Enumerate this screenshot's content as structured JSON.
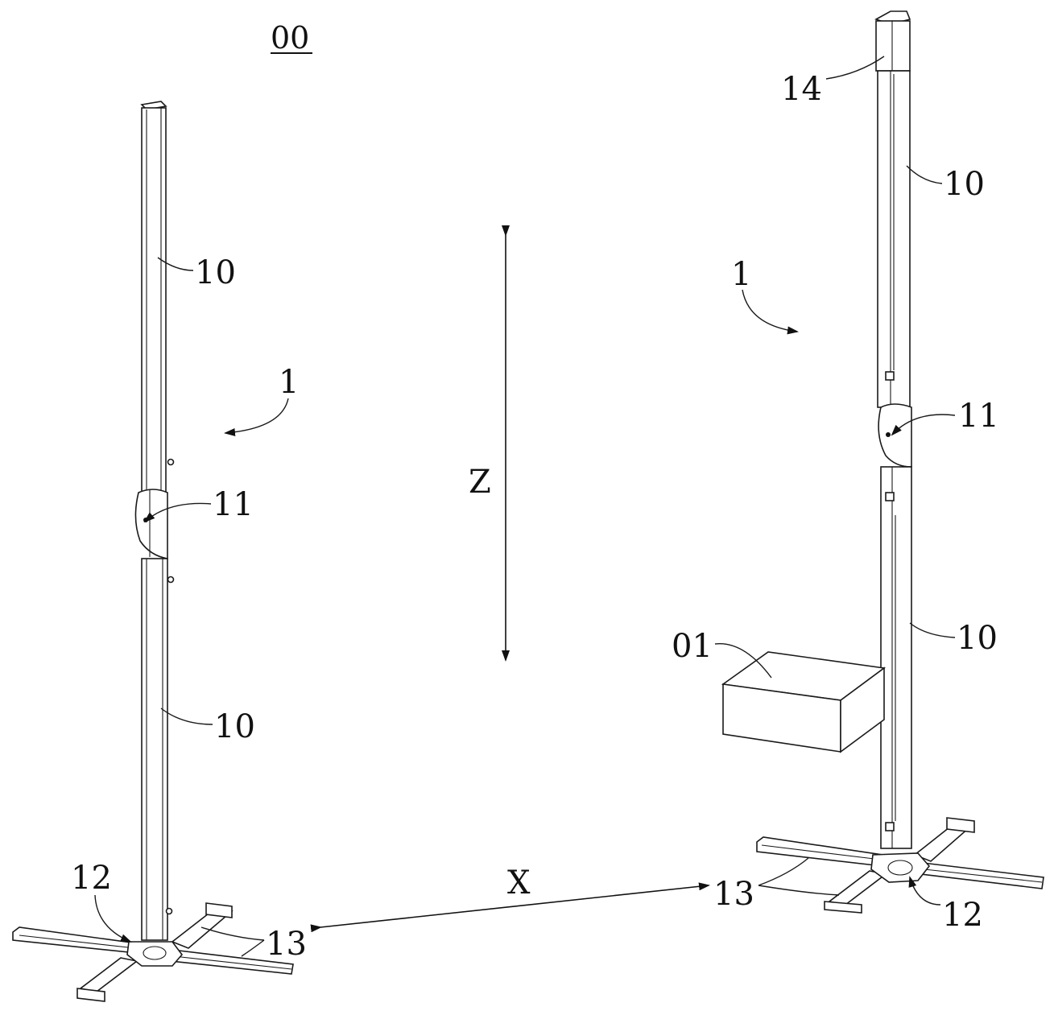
{
  "figure": {
    "assembly_label": "00",
    "axis_z": "Z",
    "axis_x": "X"
  },
  "left_stand": {
    "upper_pole": "10",
    "lower_pole": "10",
    "assembly": "1",
    "joint": "11",
    "hub": "12",
    "legs": "13"
  },
  "right_stand": {
    "top_cap": "14",
    "upper_pole": "10",
    "lower_pole": "10",
    "assembly": "1",
    "joint": "11",
    "hub": "12",
    "legs": "13",
    "box": "01"
  }
}
